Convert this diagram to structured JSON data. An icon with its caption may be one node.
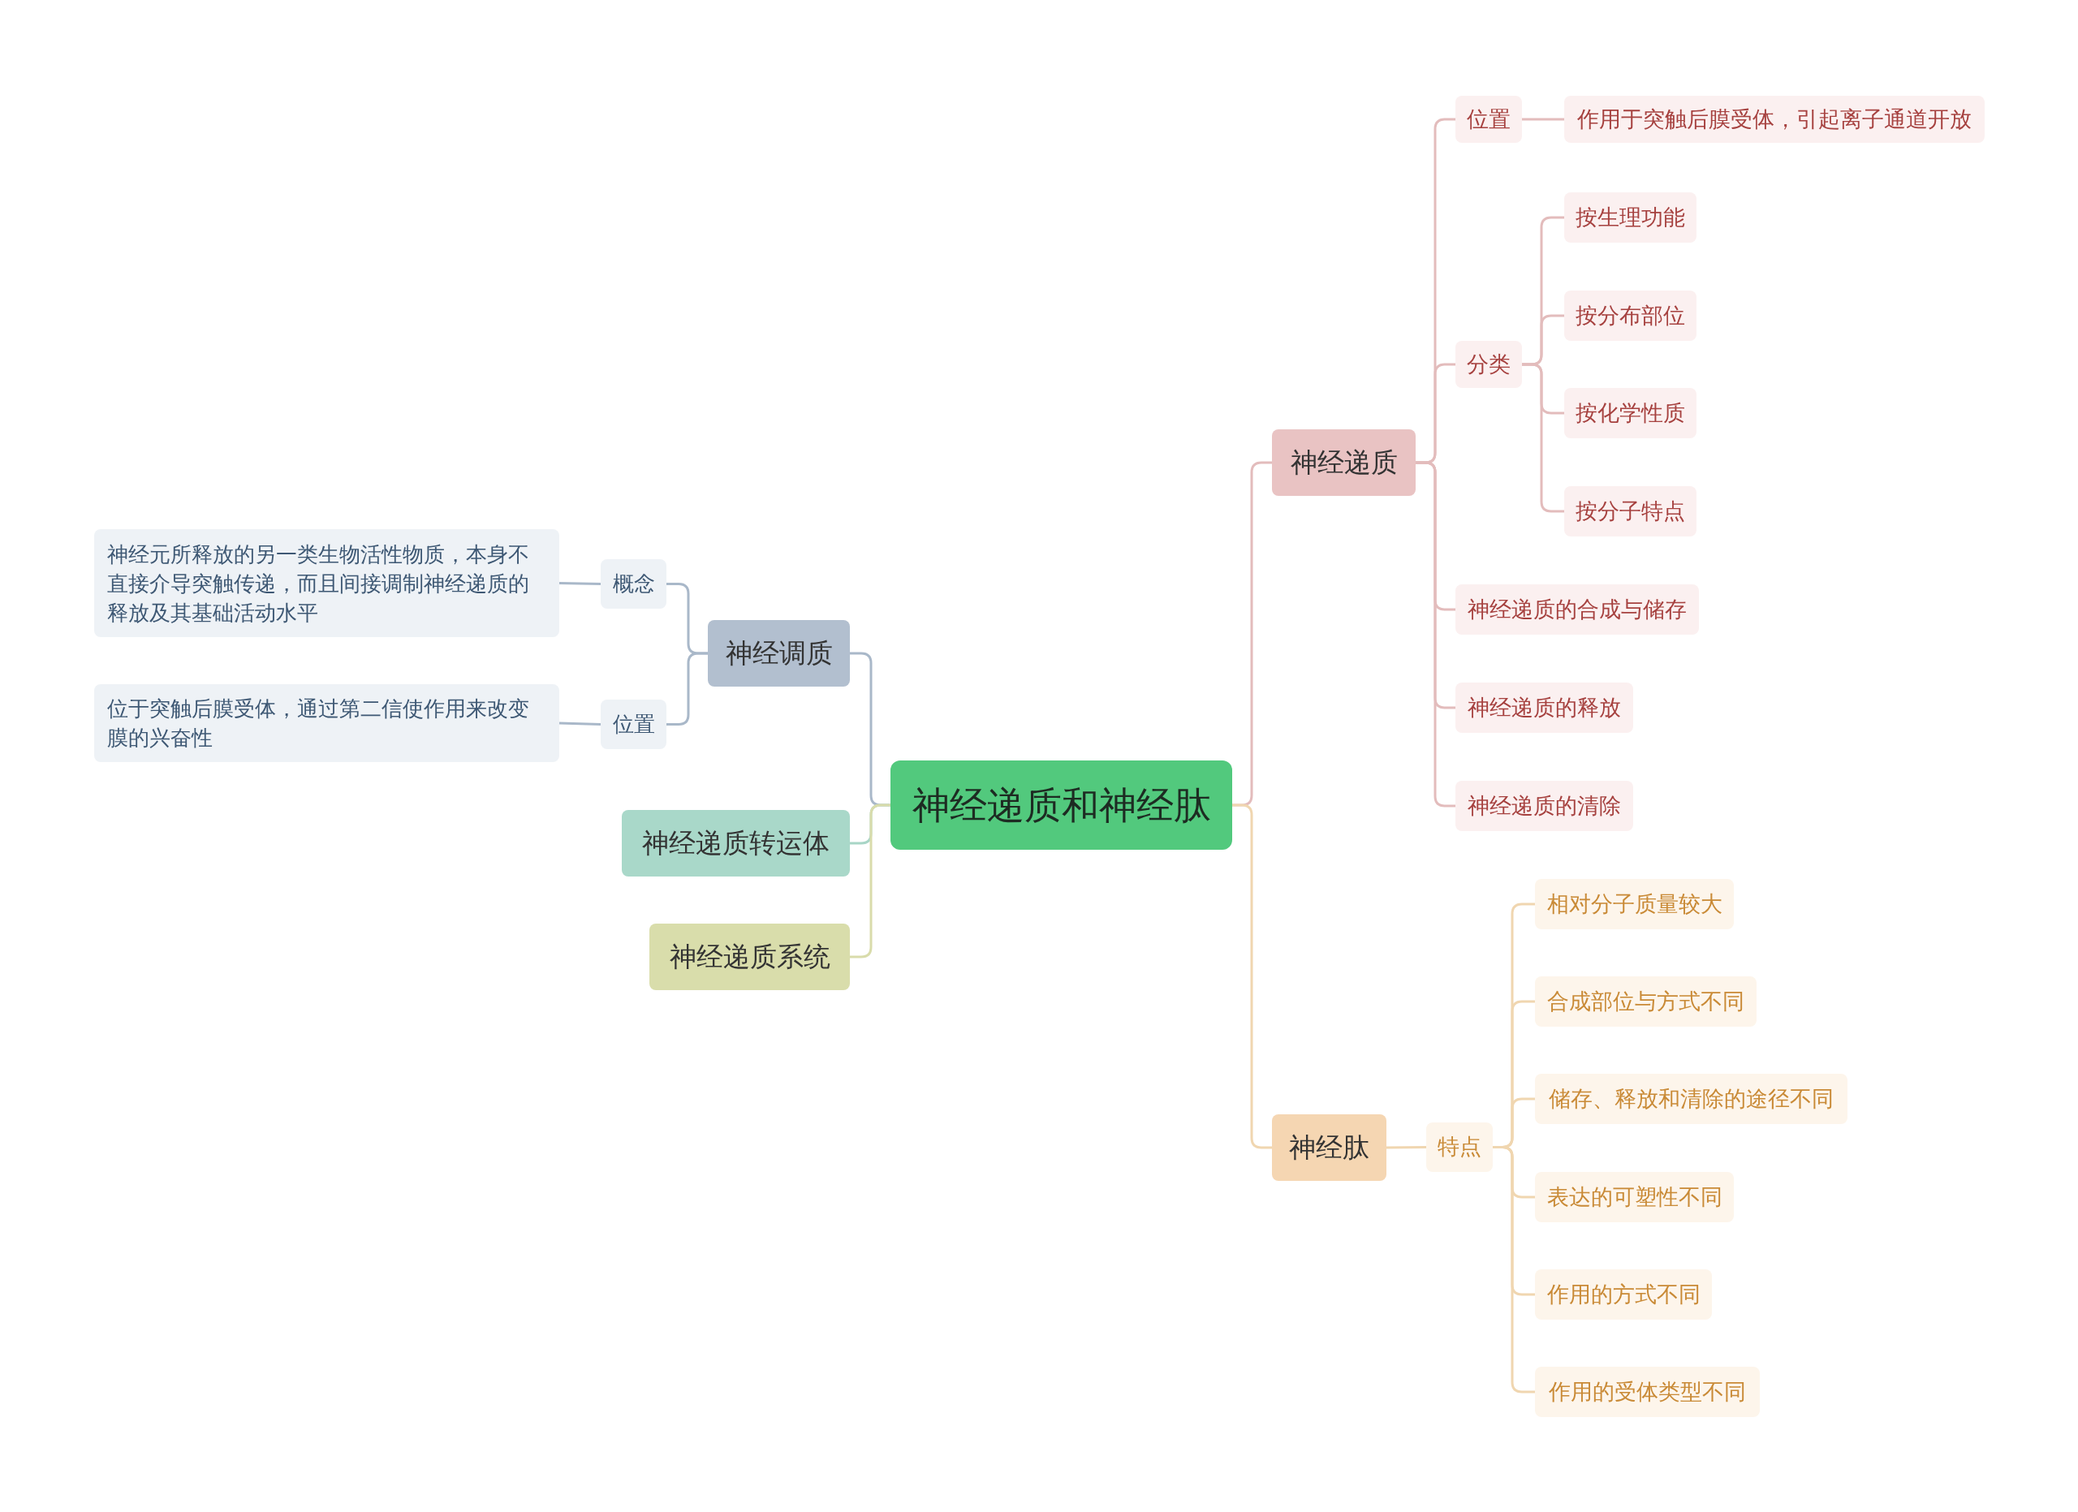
{
  "diagram": {
    "nodes": [
      {
        "text": [
          "神经递质和神经肽"
        ]
      },
      {
        "text": [
          "神经递质"
        ]
      },
      {
        "text": [
          "位置"
        ]
      },
      {
        "text": [
          "作用于突触后膜受体，引起离子通道开放"
        ]
      },
      {
        "text": [
          "分类"
        ]
      },
      {
        "text": [
          "按生理功能"
        ]
      },
      {
        "text": [
          "按分布部位"
        ]
      },
      {
        "text": [
          "按化学性质"
        ]
      },
      {
        "text": [
          "按分子特点"
        ]
      },
      {
        "text": [
          "神经递质的合成与储存"
        ]
      },
      {
        "text": [
          "神经递质的释放"
        ]
      },
      {
        "text": [
          "神经递质的清除"
        ]
      },
      {
        "text": [
          "神经肽"
        ]
      },
      {
        "text": [
          "特点"
        ]
      },
      {
        "text": [
          "相对分子质量较大"
        ]
      },
      {
        "text": [
          "合成部位与方式不同"
        ]
      },
      {
        "text": [
          "储存、释放和清除的途径不同"
        ]
      },
      {
        "text": [
          "表达的可塑性不同"
        ]
      },
      {
        "text": [
          "作用的方式不同"
        ]
      },
      {
        "text": [
          "作用的受体类型不同"
        ]
      },
      {
        "text": [
          "神经调质"
        ]
      },
      {
        "text": [
          "概念"
        ]
      },
      {
        "text": [
          "神经元所释放的另一类生物活性物质，本身不直接介导突触传递，而且间接调制神经递质的释放及其基础活动水平"
        ]
      },
      {
        "text": [
          "位置"
        ]
      },
      {
        "text": [
          "位于突触后膜受体，通过第二信使作用来改变膜的兴奋性"
        ]
      },
      {
        "text": [
          "神经递质转运体"
        ]
      },
      {
        "text": [
          "神经递质系统"
        ]
      }
    ],
    "edges": [
      {
        "from": 0,
        "to": 1,
        "arrow": "none",
        "color": "#e3bcbc"
      },
      {
        "from": 1,
        "to": 2,
        "arrow": "none",
        "color": "#e3bcbc"
      },
      {
        "from": 2,
        "to": 3,
        "arrow": "none",
        "color": "#e3bcbc"
      },
      {
        "from": 1,
        "to": 4,
        "arrow": "none",
        "color": "#e3bcbc"
      },
      {
        "from": 4,
        "to": 5,
        "arrow": "none",
        "color": "#e3bcbc"
      },
      {
        "from": 4,
        "to": 6,
        "arrow": "none",
        "color": "#e3bcbc"
      },
      {
        "from": 4,
        "to": 7,
        "arrow": "none",
        "color": "#e3bcbc"
      },
      {
        "from": 4,
        "to": 8,
        "arrow": "none",
        "color": "#e3bcbc"
      },
      {
        "from": 1,
        "to": 9,
        "arrow": "none",
        "color": "#e3bcbc"
      },
      {
        "from": 1,
        "to": 10,
        "arrow": "none",
        "color": "#e3bcbc"
      },
      {
        "from": 1,
        "to": 11,
        "arrow": "none",
        "color": "#e3bcbc"
      },
      {
        "from": 0,
        "to": 12,
        "arrow": "none",
        "color": "#f0d6b0"
      },
      {
        "from": 12,
        "to": 13,
        "arrow": "none",
        "color": "#f0d6b0"
      },
      {
        "from": 13,
        "to": 14,
        "arrow": "none",
        "color": "#f0d6b0"
      },
      {
        "from": 13,
        "to": 15,
        "arrow": "none",
        "color": "#f0d6b0"
      },
      {
        "from": 13,
        "to": 16,
        "arrow": "none",
        "color": "#f0d6b0"
      },
      {
        "from": 13,
        "to": 17,
        "arrow": "none",
        "color": "#f0d6b0"
      },
      {
        "from": 13,
        "to": 18,
        "arrow": "none",
        "color": "#f0d6b0"
      },
      {
        "from": 13,
        "to": 19,
        "arrow": "none",
        "color": "#f0d6b0"
      },
      {
        "from": 0,
        "to": 20,
        "arrow": "none",
        "color": "#a9b8c9"
      },
      {
        "from": 20,
        "to": 21,
        "arrow": "none",
        "color": "#a9b8c9"
      },
      {
        "from": 21,
        "to": 22,
        "arrow": "none",
        "color": "#a9b8c9"
      },
      {
        "from": 20,
        "to": 23,
        "arrow": "none",
        "color": "#a9b8c9"
      },
      {
        "from": 23,
        "to": 24,
        "arrow": "none",
        "color": "#a9b8c9"
      },
      {
        "from": 0,
        "to": 25,
        "arrow": "none",
        "color": "#a8d5c6"
      },
      {
        "from": 0,
        "to": 26,
        "arrow": "none",
        "color": "#d9dcab"
      }
    ]
  }
}
